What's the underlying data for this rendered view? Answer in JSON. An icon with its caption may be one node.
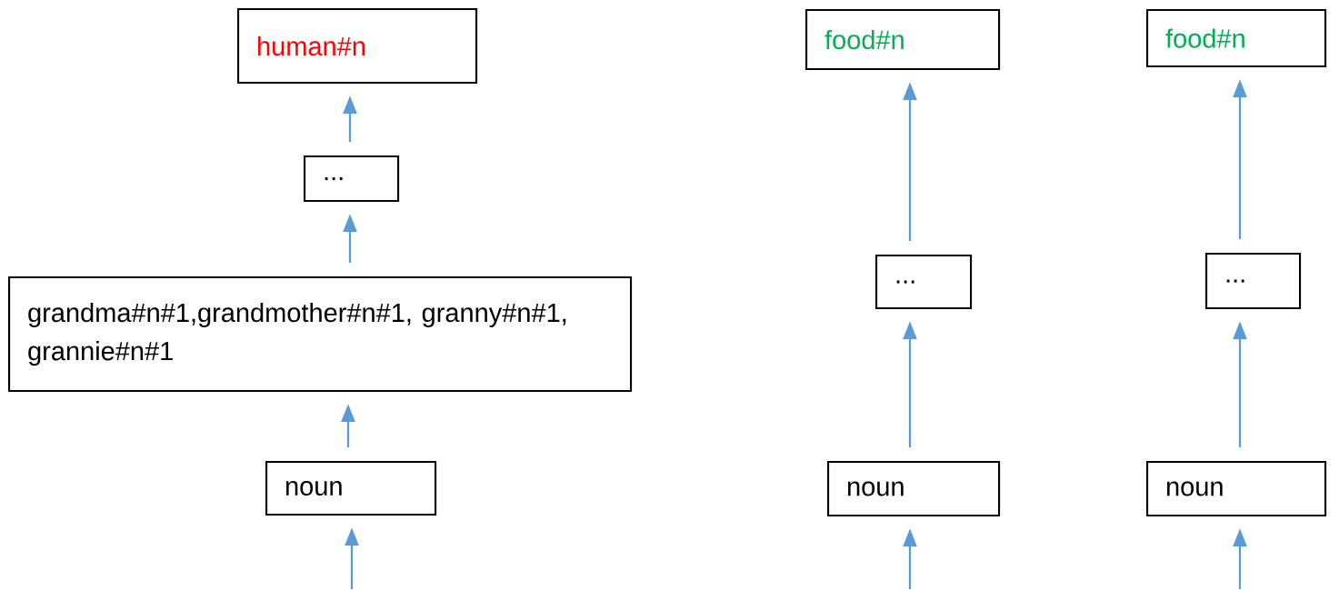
{
  "diagram": {
    "nodes": [
      {
        "text": [
          "human#n"
        ]
      },
      {
        "text": [
          "..."
        ]
      },
      {
        "text": [
          "grandma#n#1,grandmother#n#1, granny#n#1, grannie#n#1"
        ]
      },
      {
        "text": [
          "noun"
        ]
      },
      {
        "text": [
          "food#n"
        ]
      },
      {
        "text": [
          "..."
        ]
      },
      {
        "text": [
          "noun"
        ]
      },
      {
        "text": [
          "food#n"
        ]
      },
      {
        "text": [
          "..."
        ]
      },
      {
        "text": [
          "noun"
        ]
      }
    ],
    "edges": [
      {
        "from": null,
        "to": 3,
        "arrow": "to"
      },
      {
        "from": 3,
        "to": 2,
        "arrow": "to"
      },
      {
        "from": 2,
        "to": 1,
        "arrow": "to"
      },
      {
        "from": 1,
        "to": 0,
        "arrow": "to"
      },
      {
        "from": null,
        "to": 6,
        "arrow": "to"
      },
      {
        "from": 6,
        "to": 5,
        "arrow": "to"
      },
      {
        "from": 5,
        "to": 4,
        "arrow": "to"
      },
      {
        "from": null,
        "to": 9,
        "arrow": "to"
      },
      {
        "from": 9,
        "to": 8,
        "arrow": "to"
      },
      {
        "from": 8,
        "to": 7,
        "arrow": "to"
      }
    ]
  }
}
